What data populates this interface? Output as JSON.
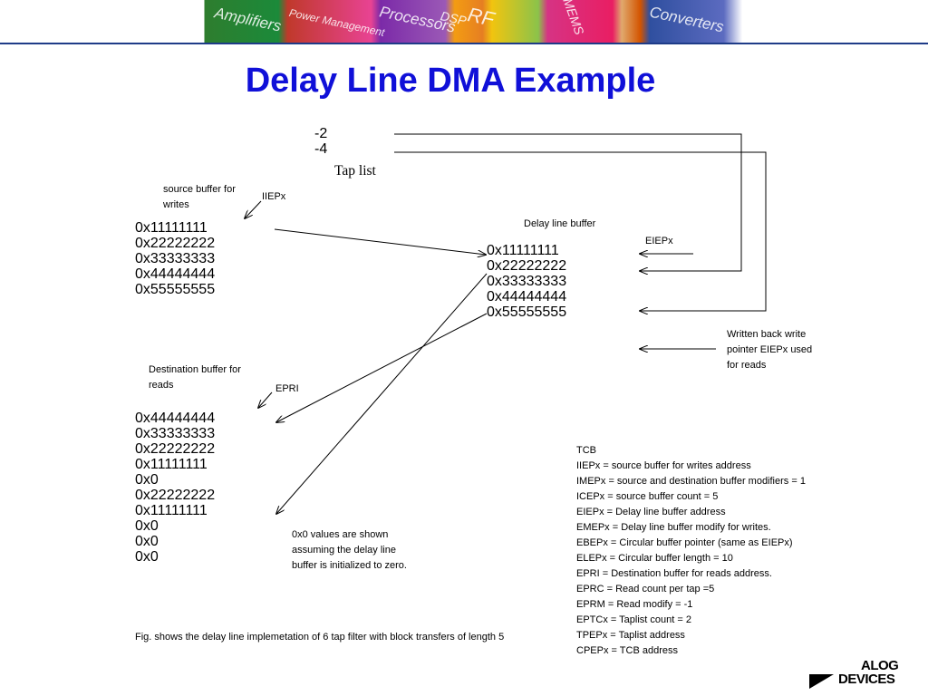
{
  "banner": {
    "words": [
      "Amplifiers",
      "Power Management",
      "Processors",
      "DSP",
      "RF",
      "MEMS",
      "Converters"
    ]
  },
  "title": "Delay Line DMA Example",
  "tap_list": {
    "rows": [
      "-2",
      "-4"
    ],
    "caption": "Tap list"
  },
  "source_buffer": {
    "label": "source buffer for writes",
    "pointer_label": "IIEPx",
    "rows": [
      "0x11111111",
      "0x22222222",
      "0x33333333",
      "0x44444444",
      "0x55555555"
    ]
  },
  "delay_line_buffer": {
    "label": "Delay line buffer",
    "pointer_label": "EIEPx",
    "rows": [
      "0x11111111",
      "0x22222222",
      "0x33333333",
      "0x44444444",
      "0x55555555",
      "",
      "",
      "",
      "",
      ""
    ]
  },
  "destination_buffer": {
    "label": "Destination buffer for reads",
    "pointer_label": "EPRI",
    "rows": [
      "0x44444444",
      "0x33333333",
      "0x22222222",
      "0x11111111",
      "0x0",
      "0x22222222",
      "0x11111111",
      "0x0",
      "0x0",
      "0x0"
    ]
  },
  "written_back_note": "Written back write pointer EIEPx used for reads",
  "zero_note": "0x0 values are shown assuming the delay line buffer is initialized to zero.",
  "tcb": [
    "TCB",
    "IIEPx  = source buffer for writes address",
    "IMEPx  = source and destination buffer modifiers = 1",
    "ICEPx = source buffer count = 5",
    "EIEPx  = Delay line buffer address",
    "EMEPx = Delay line buffer modify for writes.",
    "EBEPx = Circular buffer pointer (same as EIEPx)",
    "ELEPx =  Circular buffer length = 10",
    "EPRI   = Destination buffer for reads address.",
    "EPRC =  Read count per tap =5",
    "EPRM = Read modify = -1",
    "EPTCx = Taplist count = 2",
    "TPEPx = Taplist address",
    "CPEPx = TCB address"
  ],
  "caption": "Fig. shows the delay line implemetation of 6 tap filter with block transfers of length 5",
  "logo": {
    "line1": "ALOG",
    "line2": "DEVICES"
  },
  "colors": {
    "title": "#1010d8",
    "banner_rule": "#1f3c88"
  }
}
